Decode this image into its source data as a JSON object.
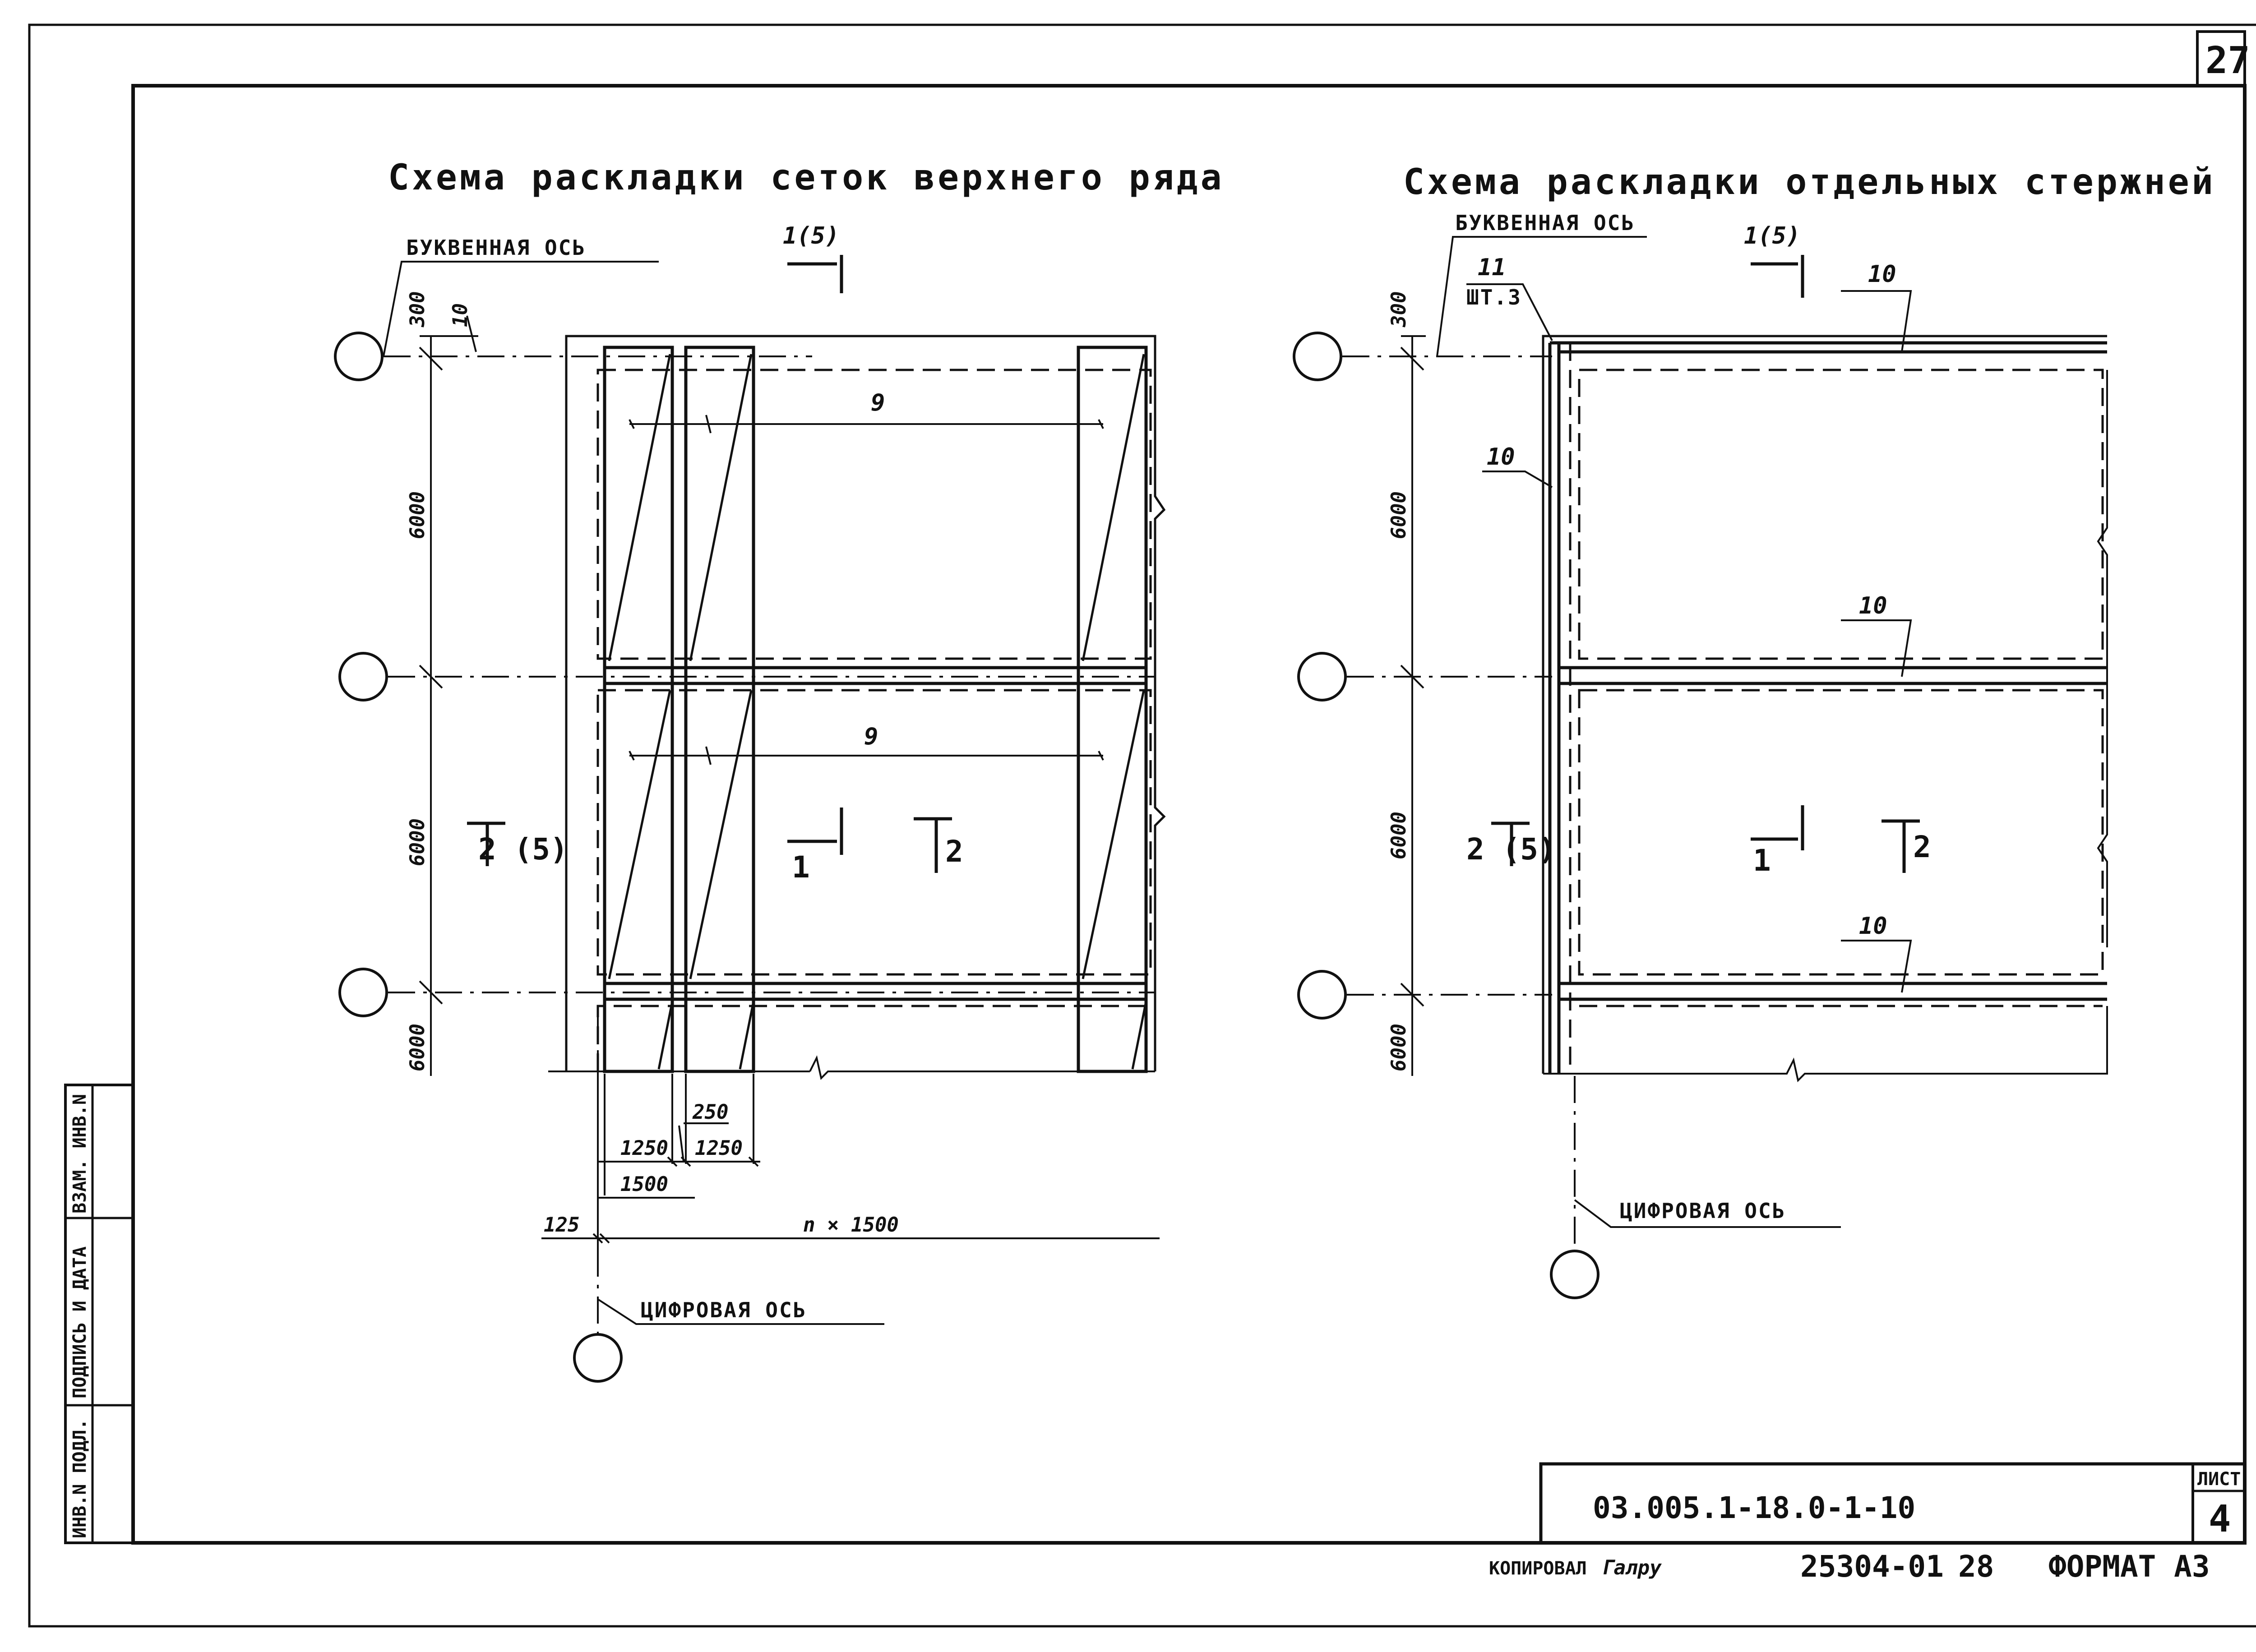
{
  "sheet": {
    "corner_number": "27",
    "doc_code": "03.005.1-18.0-1-10",
    "sheet_label": "ЛИСТ",
    "sheet_number": "4",
    "copied": "КОПИРОВАЛ",
    "copied_sign": "Галру",
    "archive": "25304-01",
    "archive_num": "28",
    "format": "ФОРМАТ А3",
    "stamp": [
      "ИНВ.N ПОДЛ.",
      "ПОДПИСЬ И ДАТА",
      "ВЗАМ. ИНВ.N"
    ]
  },
  "left": {
    "title": "Схема раскладки сеток верхнего ряда",
    "letter_axis": "БУКВЕННАЯ ОСЬ",
    "digit_axis": "ЦИФРОВАЯ ОСЬ",
    "section_top": "1(5)",
    "section_side": "2 (5)",
    "cut1": "1",
    "cut2": "2",
    "mark_9a": "9",
    "mark_9b": "9",
    "dim_300": "300",
    "dim_10": "10",
    "dim_6000a": "6000",
    "dim_6000b": "6000",
    "dim_6000c": "6000",
    "dim_250": "250",
    "dim_1250a": "1250",
    "dim_1250b": "1250",
    "dim_1500": "1500",
    "dim_125": "125",
    "dim_n1500": "n × 1500"
  },
  "right": {
    "title": "Схема раскладки отдельных стержней",
    "letter_axis": "БУКВЕННАЯ ОСЬ",
    "digit_axis": "ЦИФРОВАЯ ОСЬ",
    "section_top": "1(5)",
    "section_side": "2 (5)",
    "cut1": "1",
    "cut2": "2",
    "mark_11": "11",
    "mark_11_qty": "ШТ.3",
    "mark_10a": "10",
    "mark_10b": "10",
    "mark_10c": "10",
    "mark_10d": "10",
    "dim_300": "300",
    "dim_6000a": "6000",
    "dim_6000b": "6000",
    "dim_6000c": "6000"
  }
}
